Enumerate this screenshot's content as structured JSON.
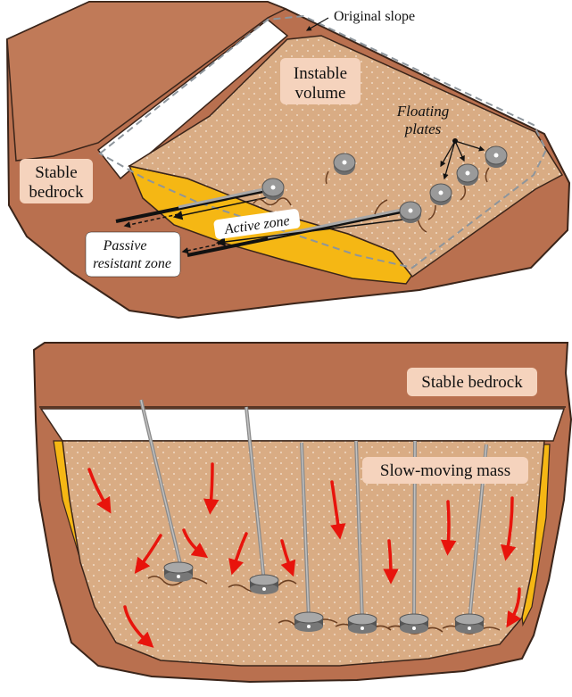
{
  "colors": {
    "bedrock": "#b9704f",
    "bedrock_edge": "#3a2419",
    "soil": "#d9ac84",
    "yellow": "#f5b714",
    "label_box": "#f5d3bd",
    "arrow_red": "#e8140c",
    "anchor_steel": "#a8a8a8",
    "dashed_line": "#8d959c"
  },
  "top_diagram": {
    "original_slope": "Original slope",
    "instable_volume": [
      "Instable",
      "volume"
    ],
    "floating_plates": [
      "Floating",
      "plates"
    ],
    "stable_bedrock": [
      "Stable",
      "bedrock"
    ],
    "active_zone": "Active zone",
    "passive_resistant_zone": [
      "Passive",
      "resistant zone"
    ]
  },
  "bottom_diagram": {
    "stable_bedrock": "Stable bedrock",
    "slow_moving_mass": "Slow-moving mass"
  }
}
